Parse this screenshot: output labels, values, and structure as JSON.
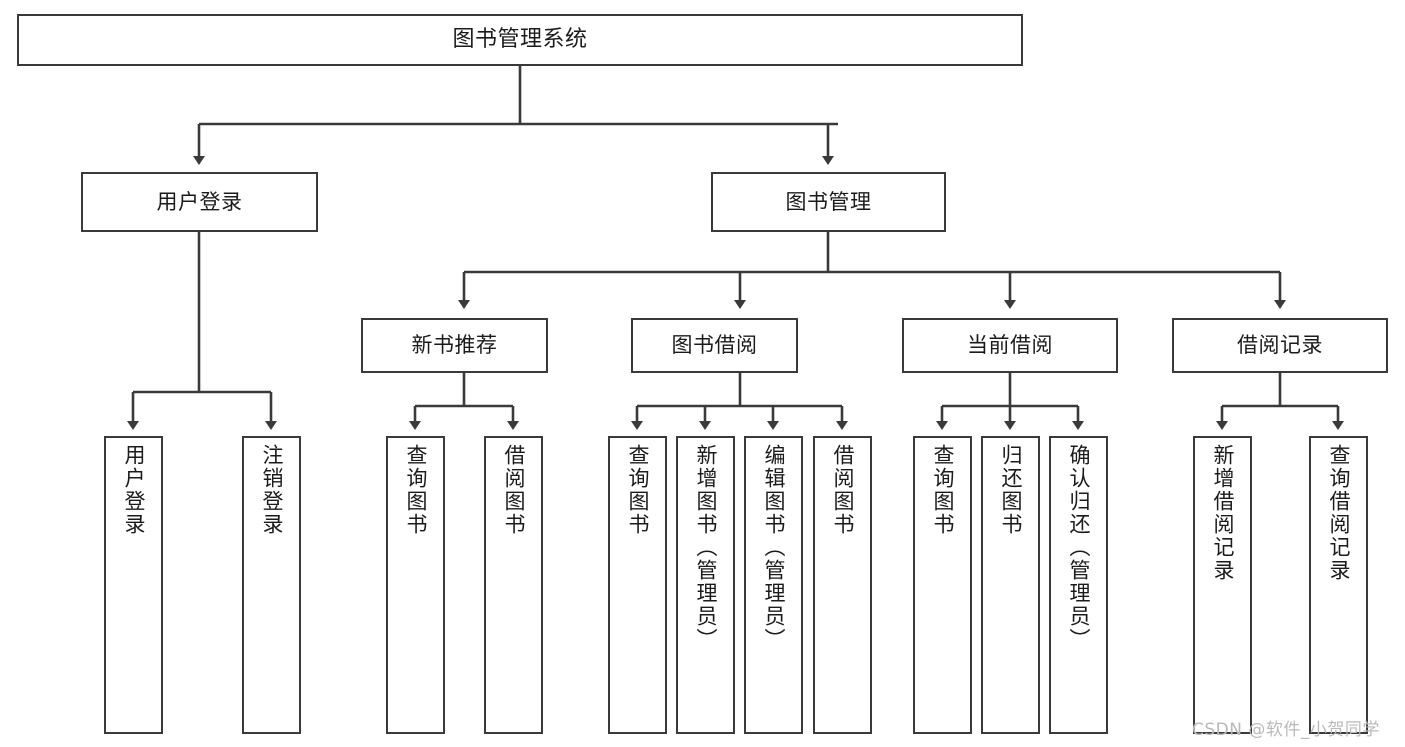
{
  "diagram": {
    "title": "图书管理系统",
    "colors": {
      "stroke": "#3a3a3a",
      "box_fill": "#ffffff",
      "text": "#1b1b1b",
      "background": "#ffffff",
      "watermark": "#b9b9b9"
    },
    "root": {
      "label": "图书管理系统"
    },
    "level2": [
      {
        "label": "用户登录"
      },
      {
        "label": "图书管理"
      }
    ],
    "level3": [
      {
        "label": "新书推荐"
      },
      {
        "label": "图书借阅"
      },
      {
        "label": "当前借阅"
      },
      {
        "label": "借阅记录"
      }
    ],
    "leaves": {
      "user_login": [
        {
          "label": "用户登录"
        },
        {
          "label": "注销登录"
        }
      ],
      "new_book_recommend": [
        {
          "label": "查询图书"
        },
        {
          "label": "借阅图书"
        }
      ],
      "book_borrow": [
        {
          "label": "查询图书"
        },
        {
          "label": "新增图书（管理员）"
        },
        {
          "label": "编辑图书（管理员）"
        },
        {
          "label": "借阅图书"
        }
      ],
      "current_borrow": [
        {
          "label": "查询图书"
        },
        {
          "label": "归还图书"
        },
        {
          "label": "确认归还（管理员）"
        }
      ],
      "borrow_record": [
        {
          "label": "新增借阅记录"
        },
        {
          "label": "查询借阅记录"
        }
      ]
    },
    "watermark": "CSDN @软件_小贺同学"
  }
}
